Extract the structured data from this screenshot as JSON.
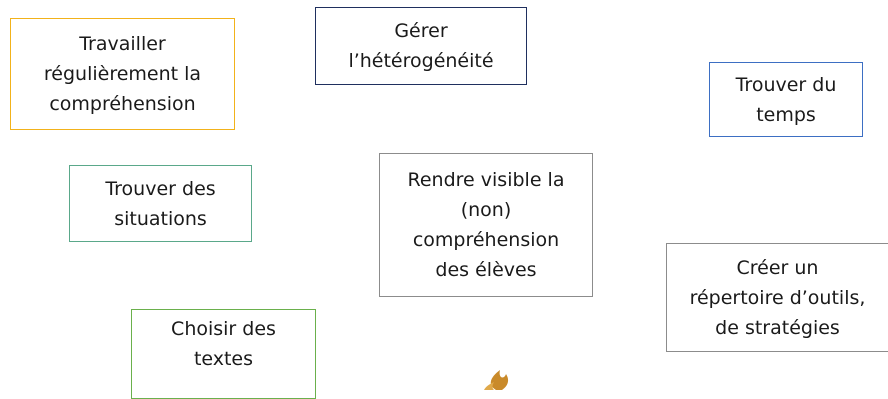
{
  "boxes": {
    "travailler": {
      "lines": [
        "Travailler",
        "régulièrement la",
        "compréhension"
      ]
    },
    "gerer": {
      "lines": [
        "Gérer",
        "l’hétérogénéité"
      ]
    },
    "temps": {
      "lines": [
        "Trouver du",
        "temps"
      ]
    },
    "situations": {
      "lines": [
        "Trouver des",
        "situations"
      ]
    },
    "rendre": {
      "lines": [
        "Rendre visible la",
        "(non)",
        "compréhension",
        "des élèves"
      ]
    },
    "repertoire": {
      "lines": [
        "Créer un",
        "répertoire d’outils,",
        "de stratégies"
      ]
    },
    "textes": {
      "lines": [
        "Choisir des",
        "textes"
      ]
    }
  },
  "colors": {
    "travailler": "#f2b21a",
    "gerer": "#1f2f5e",
    "temps": "#3d6fc3",
    "situations": "#5aa88a",
    "rendre": "#8c8c8c",
    "repertoire": "#8c8c8c",
    "textes": "#6ab04c",
    "flame": "#c98a2a"
  },
  "icons": {
    "bottom": "flame-icon"
  }
}
